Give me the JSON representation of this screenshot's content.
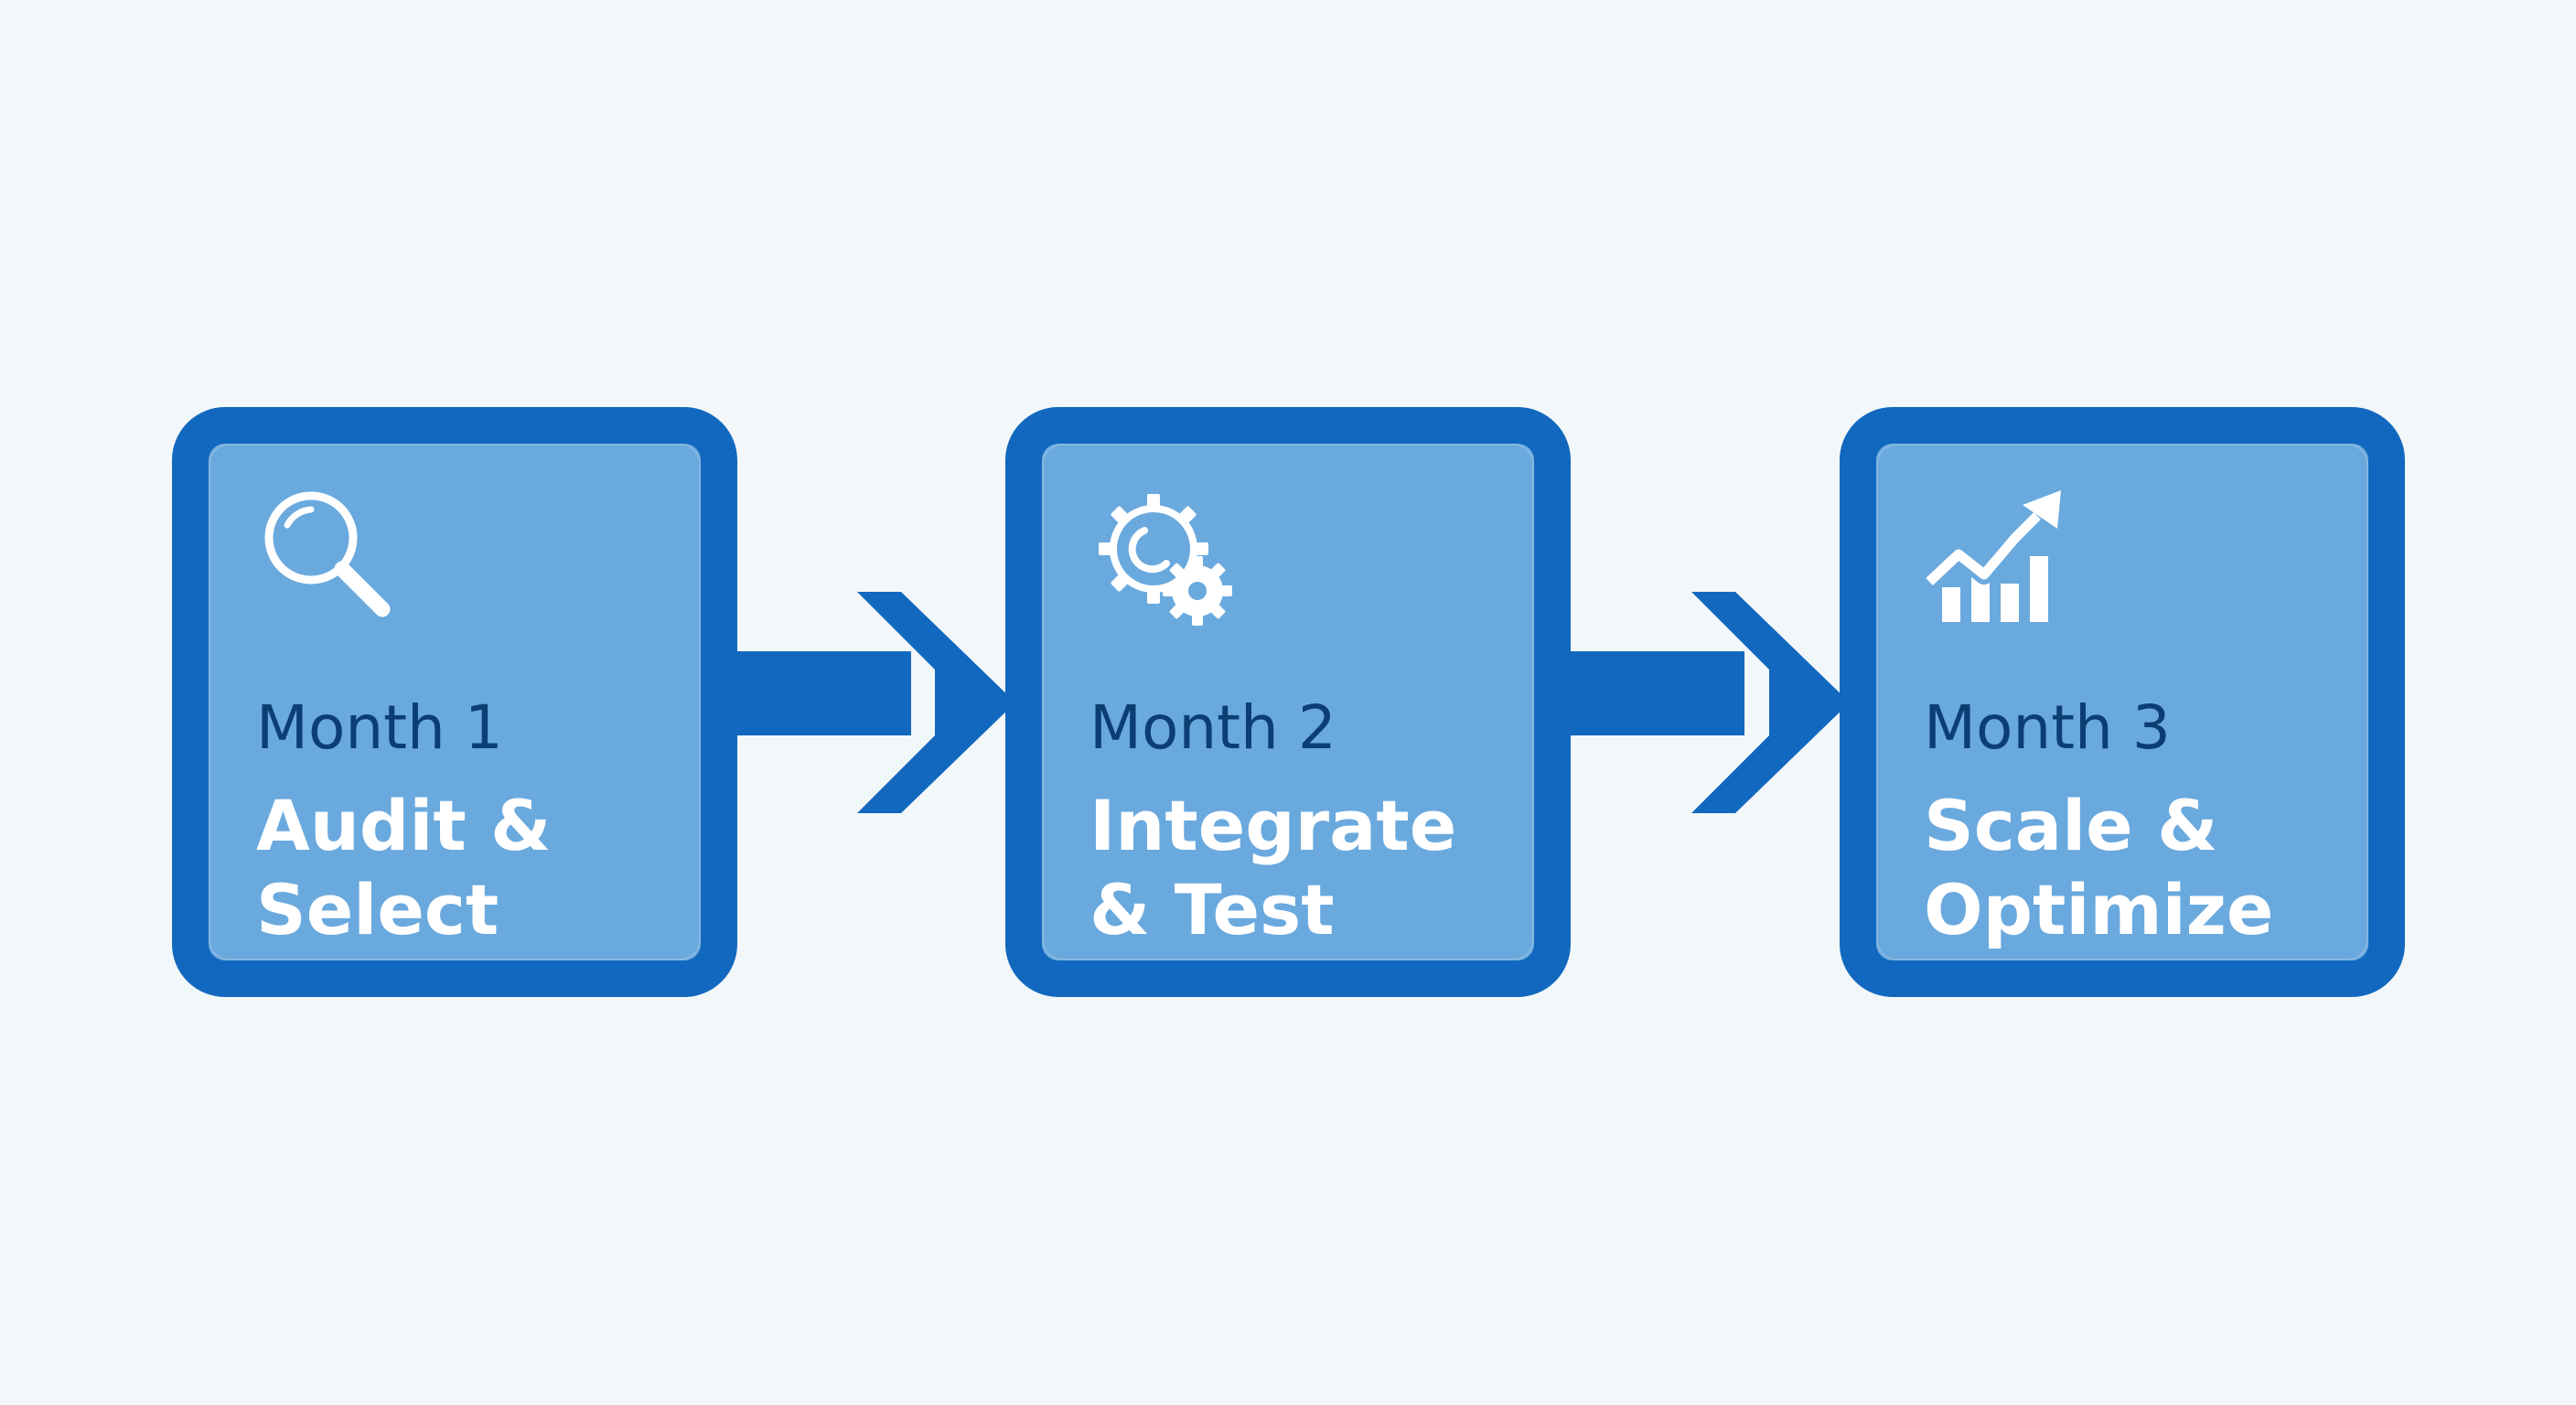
{
  "colors": {
    "background": "#f2f7fa",
    "card_border": "#1268be",
    "card_fill": "#6aa9dd",
    "month_text": "#0b3f74",
    "title_text": "#ffffff",
    "icon_stroke": "#ffffff",
    "arrow": "#1268be"
  },
  "steps": [
    {
      "icon": "magnifying-glass-icon",
      "month": "Month 1",
      "title_lines": [
        "Audit &",
        "Select"
      ]
    },
    {
      "icon": "gears-icon",
      "month": "Month 2",
      "title_lines": [
        "Integrate",
        "& Test"
      ]
    },
    {
      "icon": "growth-chart-icon",
      "month": "Month 3",
      "title_lines": [
        "Scale &",
        "Optimize"
      ]
    }
  ],
  "connectors": [
    "arrow-right-icon",
    "arrow-right-icon"
  ]
}
